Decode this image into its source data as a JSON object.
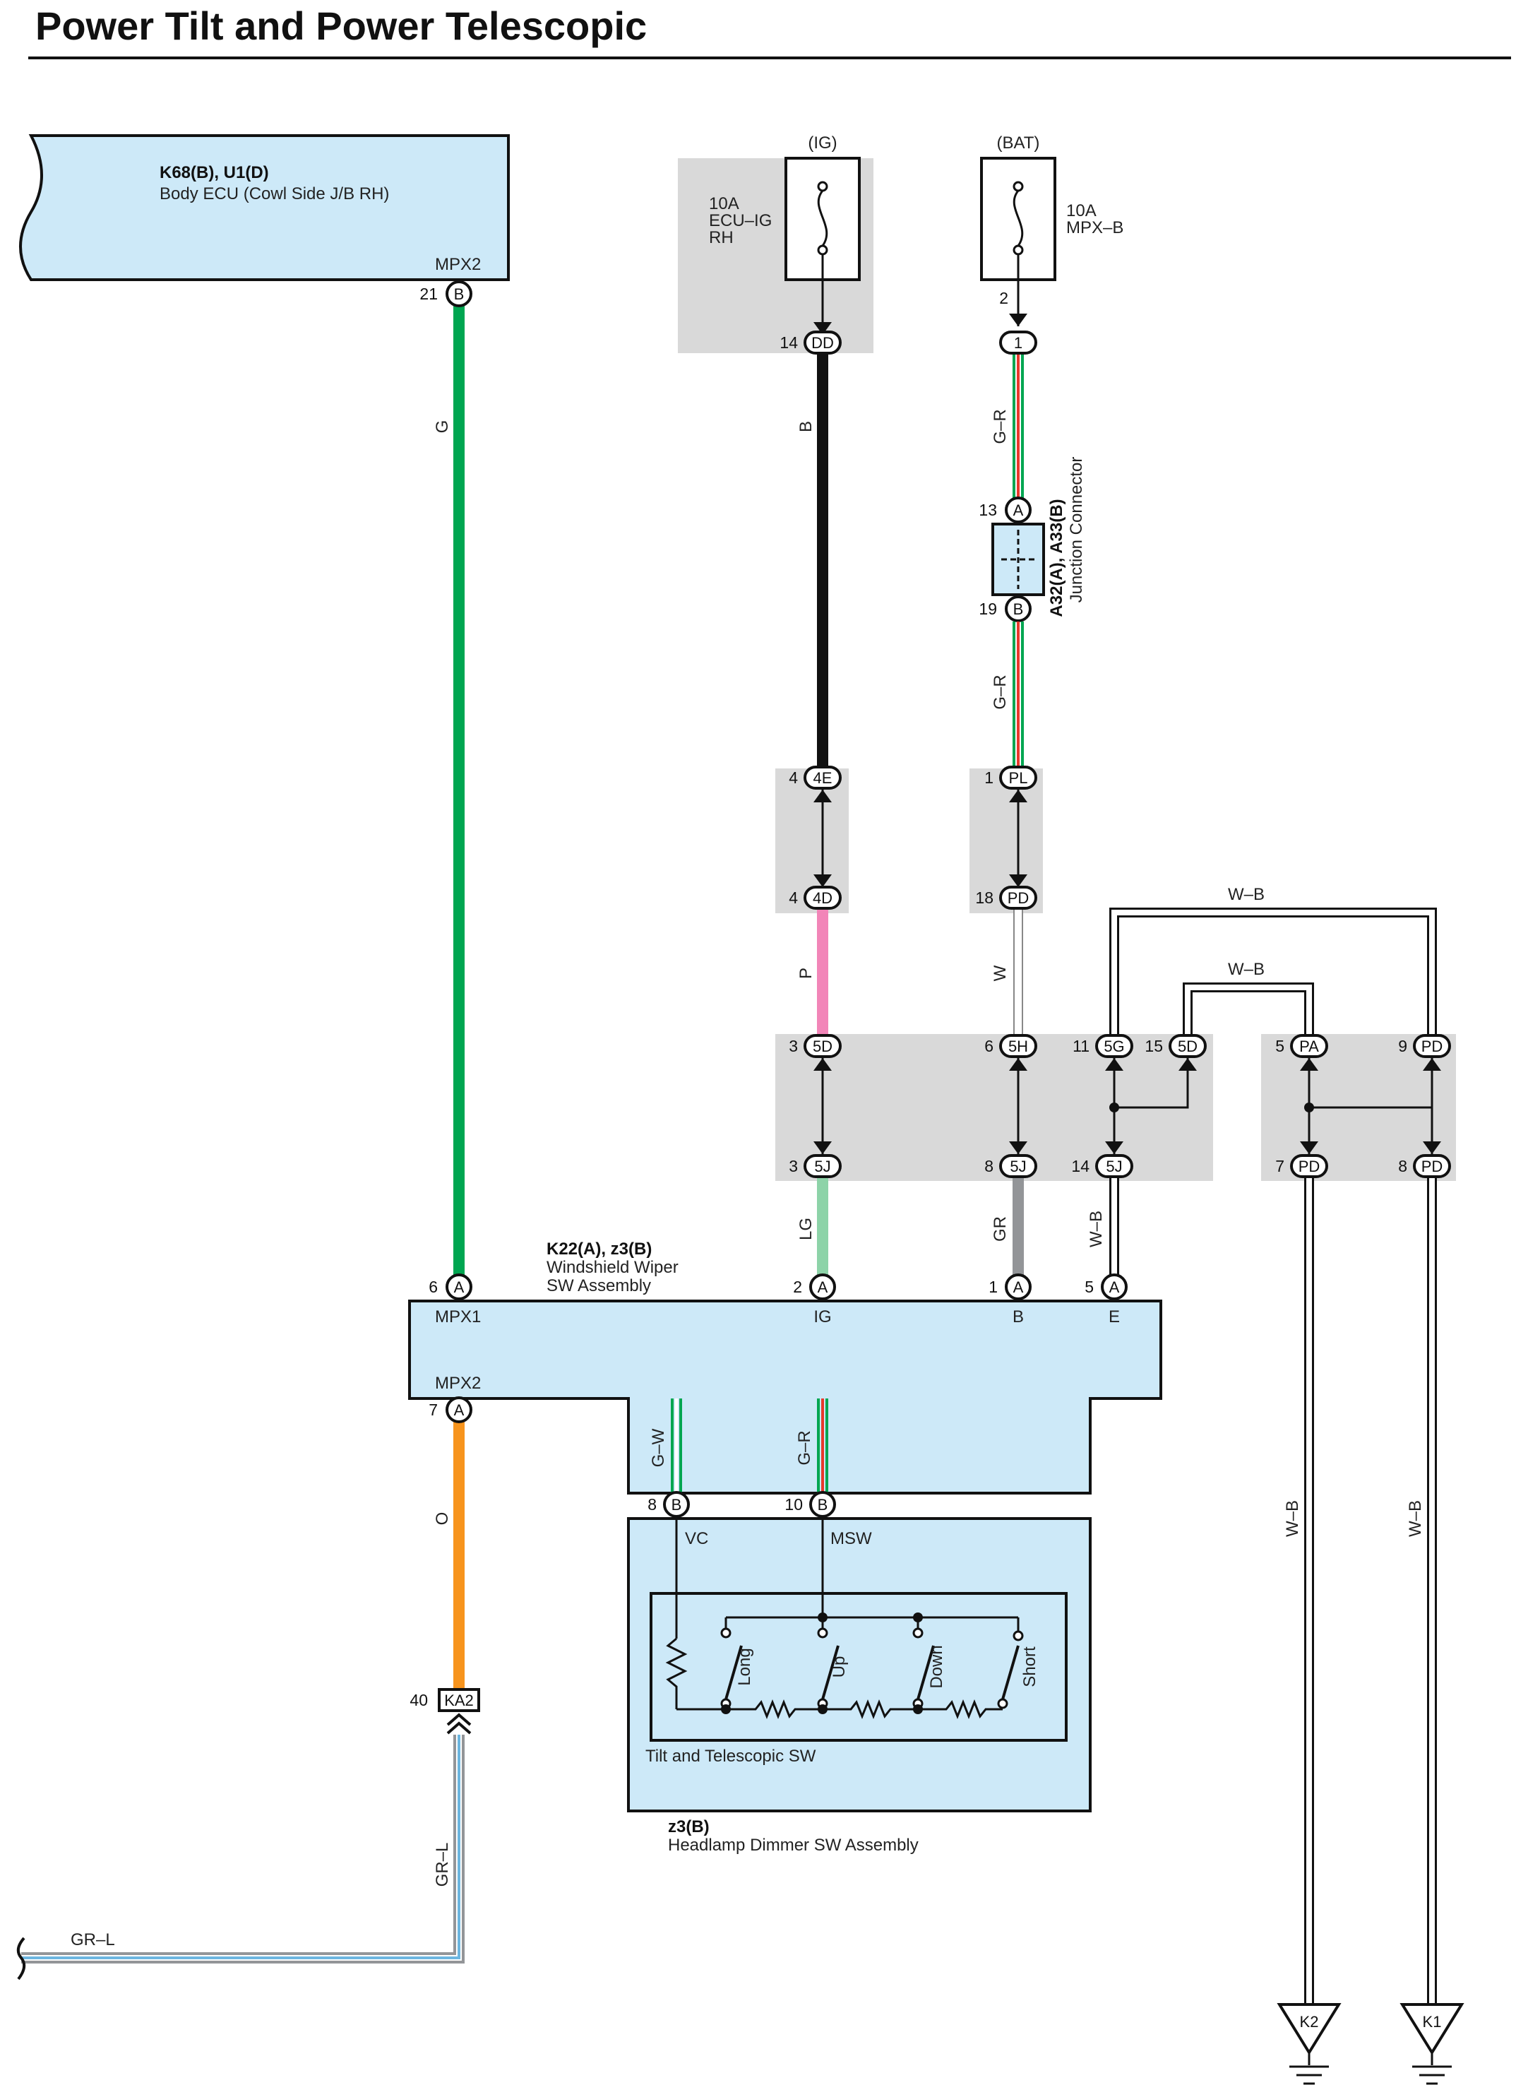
{
  "title": "Power Tilt and Power Telescopic",
  "body_ecu": {
    "codes": "K68(B), U1(D)",
    "name": "Body ECU (Cowl Side J/B RH)",
    "term": "MPX2",
    "pin_num": "21",
    "pin_letter": "B"
  },
  "fuses": {
    "ig": {
      "supply": "(IG)",
      "amp": "10A",
      "line1": "ECU–IG",
      "line2": "RH",
      "pin_num": "14",
      "pin_code": "DD"
    },
    "bat": {
      "supply": "(BAT)",
      "amp": "10A",
      "name": "MPX–B",
      "pin_num": "2",
      "pin_code": "1"
    }
  },
  "junction": {
    "codes": "A32(A), A33(B)",
    "name": "Junction Connector",
    "top_num": "13",
    "top_letter": "A",
    "bot_num": "19",
    "bot_letter": "B"
  },
  "wires": {
    "g": "G",
    "b": "B",
    "gr_top": "G–R",
    "gr_mid": "G–R",
    "p": "P",
    "w": "W",
    "lg": "LG",
    "gr": "GR",
    "wb_e": "W–B",
    "wb_top1": "W–B",
    "wb_top2": "W–B",
    "wb_k2": "W–B",
    "wb_k1": "W–B",
    "o": "O",
    "grl_v": "GR–L",
    "grl_h": "GR–L",
    "gw_in": "G–W",
    "gr_in": "G–R"
  },
  "connectors": {
    "c4e": {
      "num": "4",
      "code": "4E"
    },
    "c4d": {
      "num": "4",
      "code": "4D"
    },
    "cpl": {
      "num": "1",
      "code": "PL"
    },
    "cpd18": {
      "num": "18",
      "code": "PD"
    },
    "c5d3": {
      "num": "3",
      "code": "5D"
    },
    "c5h": {
      "num": "6",
      "code": "5H"
    },
    "c5g": {
      "num": "11",
      "code": "5G"
    },
    "c5d15": {
      "num": "15",
      "code": "5D"
    },
    "cpa": {
      "num": "5",
      "code": "PA"
    },
    "cpd9": {
      "num": "9",
      "code": "PD"
    },
    "c5j3": {
      "num": "3",
      "code": "5J"
    },
    "c5j8": {
      "num": "8",
      "code": "5J"
    },
    "c5j14": {
      "num": "14",
      "code": "5J"
    },
    "cpd7": {
      "num": "7",
      "code": "PD"
    },
    "cpd8": {
      "num": "8",
      "code": "PD"
    },
    "cka2": {
      "num": "40",
      "code": "KA2"
    }
  },
  "wiper": {
    "codes": "K22(A), z3(B)",
    "line1": "Windshield Wiper",
    "line2": "SW Assembly",
    "mpx1": "MPX1",
    "mpx2": "MPX2",
    "ig": "IG",
    "b": "B",
    "e": "E",
    "p6": "6",
    "p6l": "A",
    "p2": "2",
    "p2l": "A",
    "p1": "1",
    "p1l": "A",
    "p5": "5",
    "p5l": "A",
    "p7": "7",
    "p7l": "A",
    "p8": "8",
    "p8l": "B",
    "p10": "10",
    "p10l": "B"
  },
  "dimmer": {
    "codes": "z3(B)",
    "name": "Headlamp Dimmer SW Assembly",
    "vc": "VC",
    "msw": "MSW",
    "inner": "Tilt and Telescopic SW",
    "sw_long": "Long",
    "sw_up": "Up",
    "sw_down": "Down",
    "sw_short": "Short"
  },
  "grounds": {
    "k2": "K2",
    "k1": "K1"
  },
  "colors": {
    "green": "#00a651",
    "black": "#111111",
    "red": "#e8392c",
    "pink": "#f285b8",
    "lightgreen": "#8dd3a8",
    "gray": "#939598",
    "orange": "#f7941d",
    "blue": "#6cb6e0",
    "box": "#cde9f8",
    "shade": "#d9d9d9"
  }
}
